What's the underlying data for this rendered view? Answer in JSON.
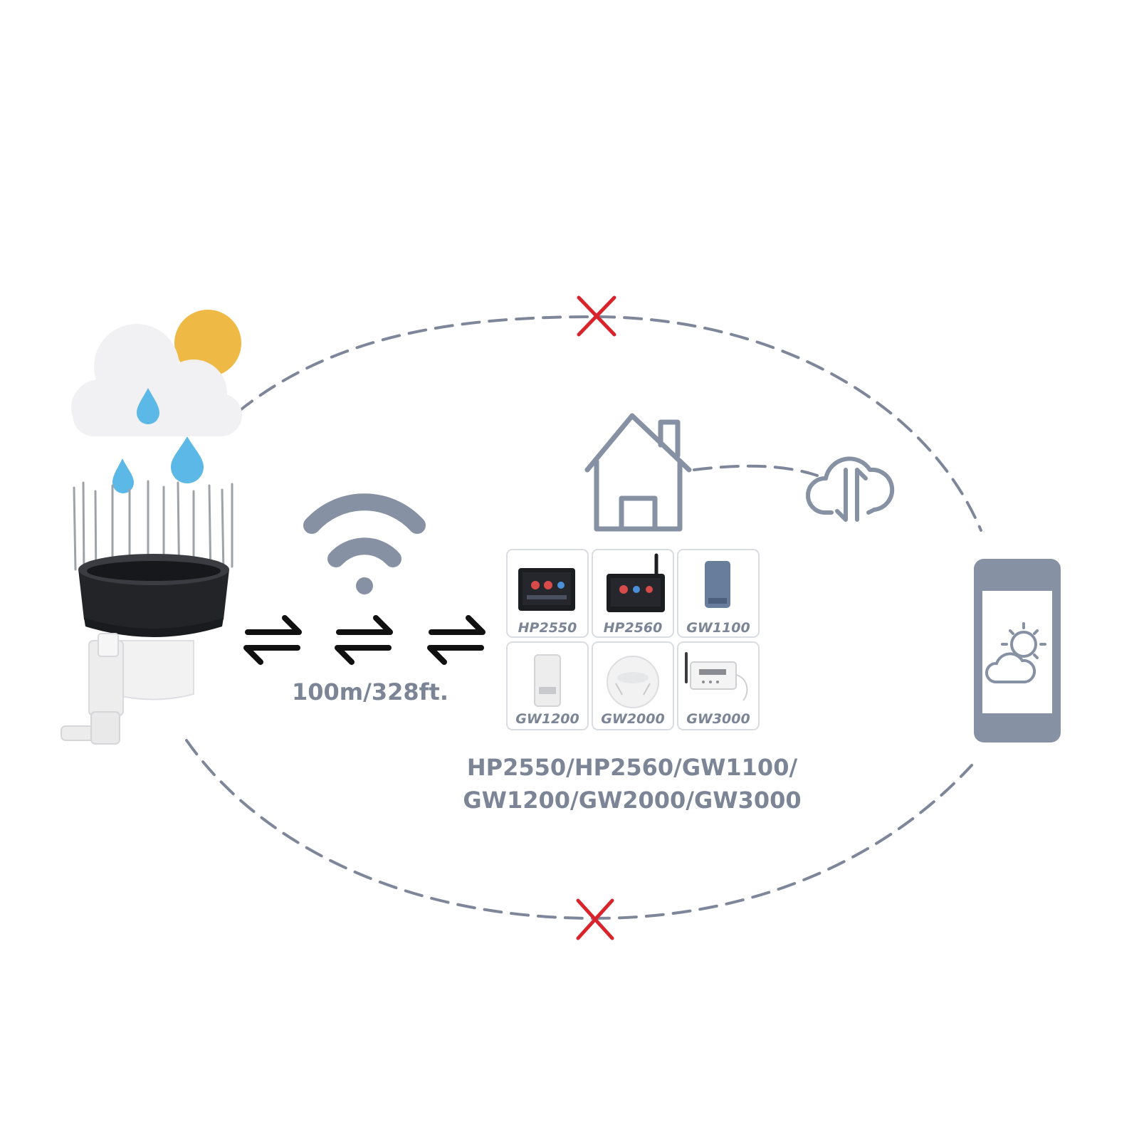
{
  "range_label": "100m/328ft.",
  "console_cards": [
    {
      "label": "HP2550",
      "icon": "console-display-icon"
    },
    {
      "label": "HP2560",
      "icon": "console-display-antenna-icon"
    },
    {
      "label": "GW1100",
      "icon": "gateway-stick-icon"
    },
    {
      "label": "GW1200",
      "icon": "gateway-stick-white-icon"
    },
    {
      "label": "GW2000",
      "icon": "gateway-round-icon"
    },
    {
      "label": "GW3000",
      "icon": "gateway-box-icon"
    }
  ],
  "models_caption": {
    "line1": "HP2550/HP2560/GW1100/",
    "line2": "GW1200/GW2000/GW3000"
  },
  "colors": {
    "dash": "#7e8799",
    "icon": "#8691a4",
    "text": "#7c8596",
    "cross": "#d9242b",
    "sun": "#efb945",
    "drop": "#5cb8e6",
    "cloud": "#f1f1f3",
    "gauge": "#232428"
  }
}
